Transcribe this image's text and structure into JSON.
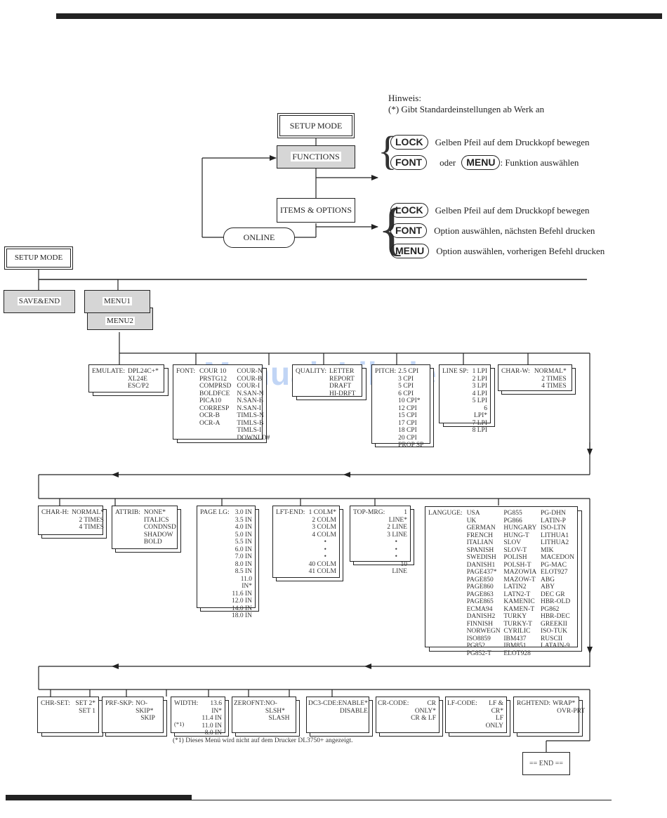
{
  "note": {
    "title": "Hinweis:",
    "text": "(*) Gibt Standardeinstellungen ab Werk an"
  },
  "overview": {
    "setup_mode": "SETUP MODE",
    "functions": "FUNCTIONS",
    "items_options": "ITEMS & OPTIONS",
    "online": "ONLINE"
  },
  "legend_functions": [
    {
      "key": "LOCK",
      "text": "Gelben Pfeil auf dem Druckkopf bewegen"
    },
    {
      "key": "FONT",
      "mid": "oder",
      "key2": "MENU",
      "text": ": Funktion auswählen"
    }
  ],
  "legend_items": [
    {
      "key": "LOCK",
      "text": "Gelben Pfeil auf dem Druckkopf bewegen"
    },
    {
      "key": "FONT",
      "text": "Option auswählen, nächsten Befehl drucken"
    },
    {
      "key": "MENU",
      "text": "Option auswählen, vorherigen Befehl drucken"
    }
  ],
  "tree": {
    "setup_mode": "SETUP MODE",
    "save_end": "SAVE&END",
    "menu1": "MENU1",
    "menu2": "MENU2",
    "end": "== END =="
  },
  "menus_row1": [
    {
      "label": "EMULATE:",
      "options": [
        "DPL24C+*",
        "XL24E",
        "ESC/P2"
      ]
    },
    {
      "label": "FONT:",
      "options": [
        "COUR 10",
        "PRSTG12",
        "COMPRSD",
        "BOLDFCE",
        "PICA10",
        "CORRESP",
        "OCR-B",
        "OCR-A"
      ],
      "options2": [
        "COUR-N",
        "COUR-B",
        "COUR-I",
        "N.SAN-N",
        "N.SAN-B",
        "N.SAN-I",
        "TIMLS-N",
        "TIMLS-B",
        "TIMLS-I",
        "DOWNLD#"
      ]
    },
    {
      "label": "QUALITY:",
      "options": [
        "LETTER",
        "REPORT",
        "DRAFT",
        "HI-DRFT"
      ]
    },
    {
      "label": "PITCH:",
      "options": [
        "2.5 CPI",
        "3 CPI",
        "5 CPI",
        "6 CPI",
        "10 CPI*",
        "12 CPI",
        "15 CPI",
        "17 CPI",
        "18 CPI",
        "20 CPI",
        "PROP SP"
      ]
    },
    {
      "label": "LINE SP:",
      "options": [
        "1 LPI",
        "2 LPI",
        "3 LPI",
        "4 LPI",
        "5 LPI",
        "6 LPI*",
        "7 LPI",
        "8 LPI"
      ]
    },
    {
      "label": "CHAR-W:",
      "options": [
        "NORMAL*",
        "2 TIMES",
        "4 TIMES"
      ]
    }
  ],
  "menus_row2": [
    {
      "label": "CHAR-H:",
      "options": [
        "NORMAL*",
        "2 TIMES",
        "4 TIMES"
      ]
    },
    {
      "label": "ATTRIB:",
      "options": [
        "NONE*",
        "ITALICS",
        "CONDNSD",
        "SHADOW",
        "BOLD"
      ]
    },
    {
      "label": "PAGE LG:",
      "options": [
        "3.0 IN",
        "3.5 IN",
        "4.0 IN",
        "5.0 IN",
        "5.5 IN",
        "6.0 IN",
        "7.0 IN",
        "8.0 IN",
        "8.5 IN",
        "11.0 IN*",
        "11.6 IN",
        "12.0 IN",
        "14.0 IN",
        "18.0 IN"
      ]
    },
    {
      "label": "LFT-END:",
      "options": [
        "1 COLM*",
        "2 COLM",
        "3 COLM",
        "4 COLM",
        "•",
        "•",
        "•",
        "40 COLM",
        "41 COLM"
      ]
    },
    {
      "label": "TOP-MRG:",
      "options": [
        "1 LINE*",
        "2 LINE",
        "3 LINE",
        "•",
        "•",
        "•",
        "10 LINE"
      ]
    },
    {
      "label": "LANGUGE:",
      "col1": [
        "USA",
        "UK",
        "GERMAN",
        "FRENCH",
        "ITALIAN",
        "SPANISH",
        "SWEDISH",
        "DANISH1",
        "PAGE437*",
        "PAGE850",
        "PAGE860",
        "PAGE863",
        "PAGE865",
        "ECMA94",
        "DANISH2",
        "FINNISH",
        "NORWEGN",
        "ISO8859",
        "PG852",
        "PG852-T"
      ],
      "col2": [
        "PG855",
        "PG866",
        "HUNGARY",
        "HUNG-T",
        "SLOV",
        "SLOV-T",
        "POLISH",
        "POLSH-T",
        "MAZOWIA",
        "MAZOW-T",
        "LATIN2",
        "LATN2-T",
        "KAMENIC",
        "KAMEN-T",
        "TURKY",
        "TURKY-T",
        "CYRILIC",
        "IBM437",
        "IBM851",
        "ELOT928"
      ],
      "col3": [
        "PG-DHN",
        "LATIN-P",
        "ISO-LTN",
        "LITHUA1",
        "LITHUA2",
        "MIK",
        "MACEDON",
        "PG-MAC",
        "ELOT927",
        "ABG",
        "ABY",
        "DEC GR",
        "HBR-OLD",
        "PG862",
        "HBR-DEC",
        "GREEKII",
        "ISO-TUK",
        "RUSCII",
        "LATAIN-9"
      ]
    }
  ],
  "menus_row3": [
    {
      "label": "CHR-SET:",
      "options": [
        "SET 2*",
        "SET 1"
      ]
    },
    {
      "label": "PRF-SKP:",
      "options": [
        "NO-SKIP*",
        "SKIP"
      ]
    },
    {
      "label": "WIDTH:",
      "options": [
        "13.6 IN*",
        "11.4 IN",
        "11.0 IN",
        "8.0 IN"
      ],
      "marker": "(*1)"
    },
    {
      "label": "ZEROFNT:",
      "options": [
        "NO-SLSH*",
        "SLASH"
      ]
    },
    {
      "label": "DC3-CDE:",
      "options": [
        "ENABLE*",
        "DISABLE"
      ]
    },
    {
      "label": "CR-CODE:",
      "options": [
        "CR ONLY*",
        "CR & LF"
      ]
    },
    {
      "label": "LF-CODE:",
      "options": [
        "LF & CR*",
        "LF ONLY"
      ]
    },
    {
      "label": "RGHTEND:",
      "options": [
        "WRAP*",
        "OVR-PRT"
      ]
    }
  ],
  "footnote": "(*1)  Dieses Menü wird nicht auf dem Drucker DL3750+ angezeigt.",
  "watermark": "ManualsLib.de"
}
